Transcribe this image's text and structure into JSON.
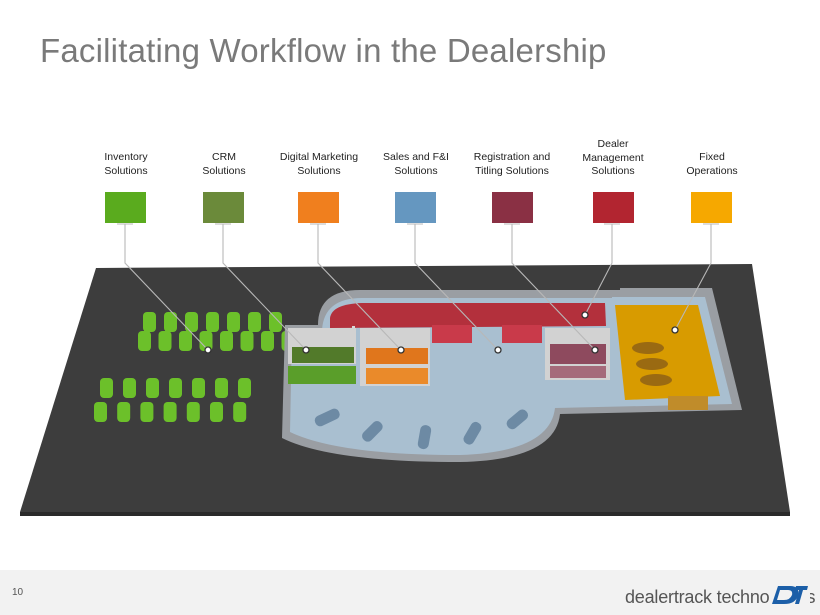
{
  "title": "Facilitating Workflow in the Dealership",
  "categories": [
    {
      "label_lines": [
        "Inventory",
        "Solutions"
      ],
      "color": "#5aab1e"
    },
    {
      "label_lines": [
        "CRM",
        "Solutions"
      ],
      "color": "#6b8a3a"
    },
    {
      "label_lines": [
        "Digital Marketing",
        "Solutions"
      ],
      "color": "#f07f1e"
    },
    {
      "label_lines": [
        "Sales and F&I",
        "Solutions"
      ],
      "color": "#6597c0"
    },
    {
      "label_lines": [
        "Registration and",
        "Titling Solutions"
      ],
      "color": "#8a3044"
    },
    {
      "label_lines": [
        "Dealer",
        "Management",
        "Solutions"
      ],
      "color": "#b22530"
    },
    {
      "label_lines": [
        "Fixed",
        "Operations"
      ],
      "color": "#f6a800"
    }
  ],
  "footer": {
    "page_number": "10",
    "brand": "dealertrack technologies",
    "logo_text": "dt"
  }
}
